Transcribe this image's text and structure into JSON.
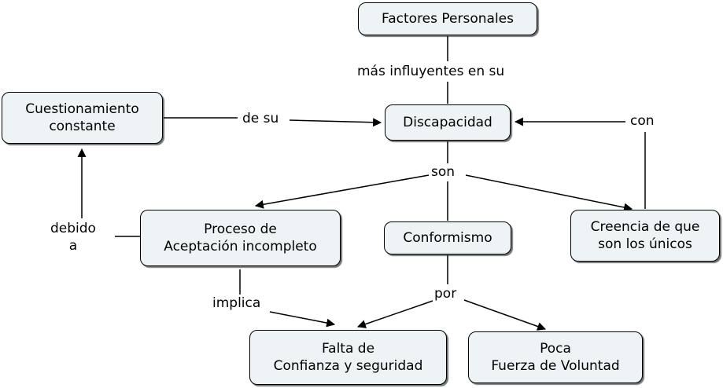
{
  "nodes": {
    "factores": "Factores Personales",
    "discapacidad": "Discapacidad",
    "cuestionamiento": "Cuestionamiento\nconstante",
    "proceso": "Proceso de\nAceptación incompleto",
    "conformismo": "Conformismo",
    "creencia": "Creencia de que\nson los únicos",
    "falta": "Falta de\nConfianza y seguridad",
    "poca": "Poca\nFuerza de Voluntad"
  },
  "links": {
    "mas_influyentes": "más influyentes en su",
    "de_su": "de su",
    "con": "con",
    "son": "son",
    "debido_a": "debido\na",
    "implica": "implica",
    "por": "por"
  }
}
